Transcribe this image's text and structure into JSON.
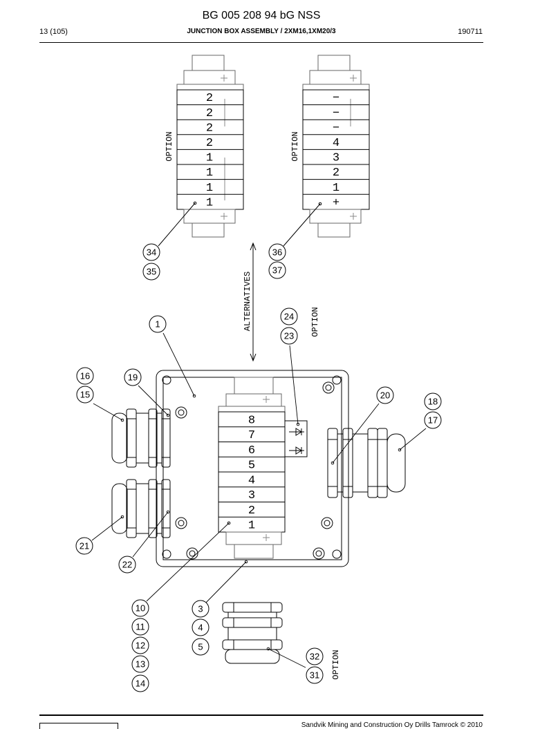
{
  "header": {
    "title": "BG 005 208 94 bG NSS",
    "page": "13 (105)",
    "subtitle": "JUNCTION BOX ASSEMBLY / 2XM16,1XM20/3",
    "date": "190711"
  },
  "footer": {
    "copyright": "Sandvik Mining and Construction Oy Drills Tamrock © 2010"
  },
  "terminals": {
    "left": [
      "2",
      "2",
      "2",
      "2",
      "1",
      "1",
      "1",
      "1"
    ],
    "right": [
      "−",
      "−",
      "−",
      "4",
      "3",
      "2",
      "1",
      "+"
    ],
    "main": [
      "8",
      "7",
      "6",
      "5",
      "4",
      "3",
      "2",
      "1"
    ]
  },
  "labels": {
    "option": "OPTION",
    "alternatives": "ALTERNATIVES"
  },
  "callouts": {
    "c34": "34",
    "c35": "35",
    "c36": "36",
    "c37": "37",
    "c1": "1",
    "c24": "24",
    "c23": "23",
    "c16": "16",
    "c15": "15",
    "c19": "19",
    "c20": "20",
    "c18": "18",
    "c17": "17",
    "c21": "21",
    "c22": "22",
    "c10": "10",
    "c11": "11",
    "c12": "12",
    "c13": "13",
    "c14": "14",
    "c3": "3",
    "c4": "4",
    "c5": "5",
    "c32": "32",
    "c31": "31"
  }
}
